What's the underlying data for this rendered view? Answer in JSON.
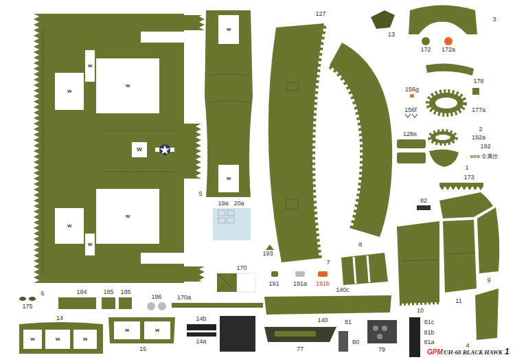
{
  "diagram": {
    "nodes": [
      {
        "text": [
          "w"
        ]
      },
      {
        "text": [
          "w"
        ]
      },
      {
        "text": [
          "w"
        ]
      },
      {
        "text": [
          "W"
        ]
      },
      {
        "text": [
          "w"
        ]
      },
      {
        "text": [
          "w"
        ]
      },
      {
        "text": [
          "w"
        ]
      },
      {
        "text": [
          "w"
        ]
      },
      {
        "text": [
          "w"
        ]
      },
      {
        "text": [
          "w"
        ]
      },
      {
        "text": [
          "w"
        ]
      },
      {
        "text": [
          "w"
        ]
      },
      {
        "text": [
          "w"
        ]
      },
      {
        "text": [
          "w"
        ]
      }
    ],
    "labels": [
      "127",
      "13",
      "3",
      "172",
      "172a",
      "178",
      "156g",
      "177a",
      "156f",
      "2",
      "128e",
      "192a",
      "192",
      "wire 金属丝",
      "1",
      "173",
      "82",
      "5",
      "19a",
      "20a",
      "193",
      "7",
      "8",
      "191",
      "191a",
      "191b",
      "140c",
      "10",
      "11",
      "9",
      "170",
      "6",
      "175",
      "184",
      "185",
      "186",
      "196",
      "170a",
      "140",
      "81",
      "81c",
      "4",
      "14",
      "14b",
      "80",
      "81b",
      "81a",
      "14a",
      "15",
      "77",
      "79",
      "GPM",
      "UH-60 BLACK HAWK",
      "1"
    ]
  }
}
